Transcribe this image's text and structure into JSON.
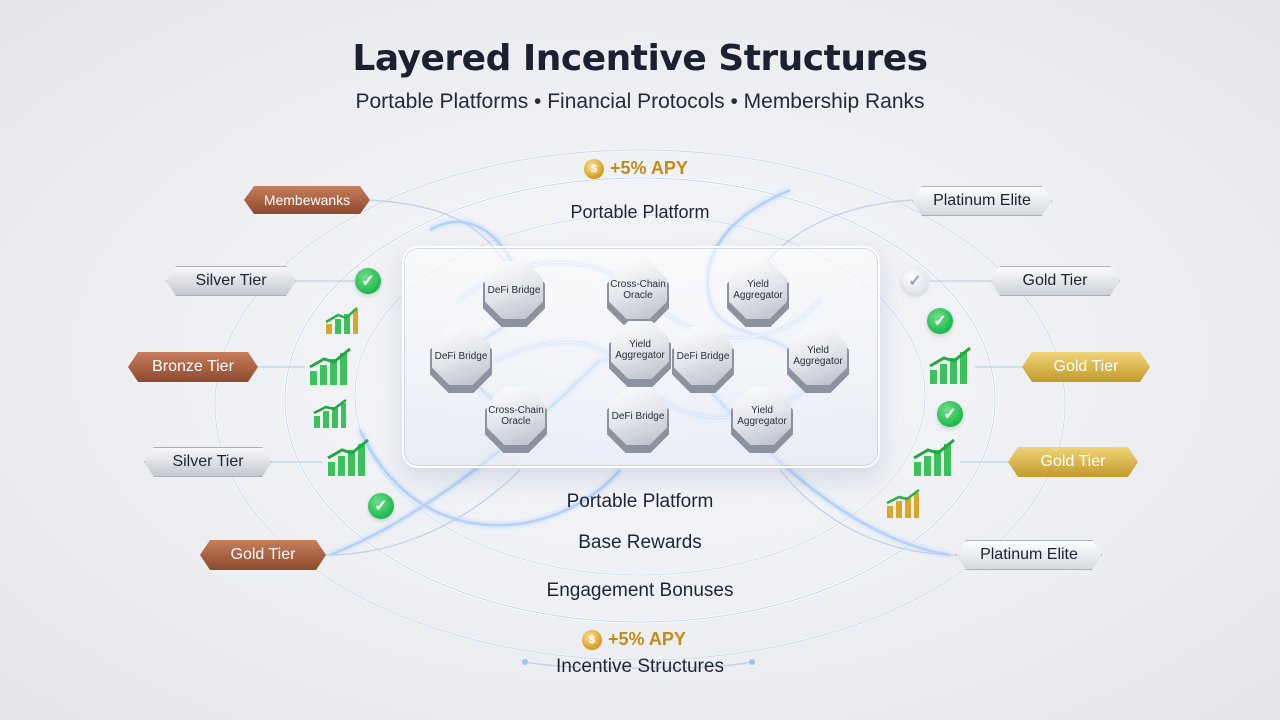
{
  "header": {
    "title": "Layered Incentive Structures",
    "subtitle": "Portable Platforms • Financial Protocols • Membership Ranks"
  },
  "apy_top": "+5% APY",
  "apy_bottom": "+5% APY",
  "coin_symbol": "$",
  "layer_labels": {
    "top_platform": "Portable Platform",
    "inner_platform": "Portable Platform",
    "base_rewards": "Base Rewards",
    "engagement": "Engagement Bonuses",
    "incentive": "Incentive Structures"
  },
  "left_tags": [
    {
      "label": "Membewanks",
      "style": "bronze"
    },
    {
      "label": "Silver Tier",
      "style": "silver"
    },
    {
      "label": "Bronze Tier",
      "style": "bronze"
    },
    {
      "label": "Silver Tier",
      "style": "silver"
    },
    {
      "label": "Gold Tier",
      "style": "bronze"
    }
  ],
  "right_tags": [
    {
      "label": "Platinum Elite",
      "style": "platinum"
    },
    {
      "label": "Gold Tier",
      "style": "goldsilver"
    },
    {
      "label": "Gold Tier",
      "style": "gold"
    },
    {
      "label": "Gold Tier",
      "style": "gold"
    },
    {
      "label": "Platinum Elite",
      "style": "platinum"
    }
  ],
  "nodes": [
    {
      "label": "DeFi Bridge"
    },
    {
      "label": "Cross-Chain Oracle"
    },
    {
      "label": "Yield Aggregator"
    },
    {
      "label": "DeFi Bridge"
    },
    {
      "label": "Yield Aggregator"
    },
    {
      "label": "DeFi Bridge"
    },
    {
      "label": "Yield Aggregator"
    },
    {
      "label": "Cross-Chain Oracle"
    },
    {
      "label": "DeFi Bridge"
    },
    {
      "label": "Yield Aggregator"
    }
  ],
  "colors": {
    "accent_green": "#1eb84d",
    "accent_gold": "#c28d16",
    "glow_blue": "#9fc3f0"
  },
  "icons": [
    "check-circle-icon",
    "growth-chart-icon",
    "coin-icon",
    "diamond-icon"
  ]
}
